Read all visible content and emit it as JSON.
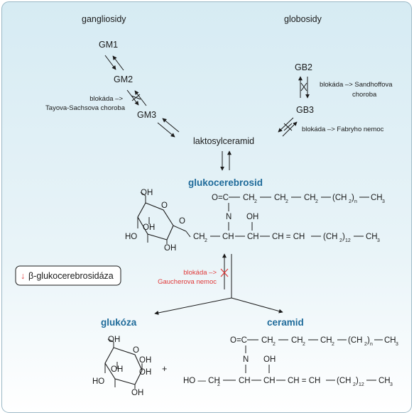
{
  "colors": {
    "panel_top": "#d6ebf3",
    "panel_bottom": "#ffffff",
    "accent_blue": "#1f6b9a",
    "block_red": "#e03a3a",
    "text": "#1a1a1a"
  },
  "sections": {
    "gangliosides": "gangliosidy",
    "globosides": "globosidy"
  },
  "ganglio": {
    "gm1": "GM1",
    "gm2": "GM2",
    "gm3": "GM3",
    "block_line1": "blokáda –>",
    "block_line2": "Tayova-Sachsova choroba"
  },
  "globo": {
    "gb2": "GB2",
    "gb3": "GB3",
    "sandhoff_line1": "blokáda –> Sandhoffova",
    "sandhoff_line2": "choroba",
    "fabry": "blokáda –> Fabryho nemoc"
  },
  "center": {
    "lactosyl": "laktosylceramid",
    "glucocerebroside": "glukocerebrosid"
  },
  "gaucher": {
    "line1": "blokáda –>",
    "line2": "Gaucherova nemoc"
  },
  "enzyme_box": {
    "arrow": "↓",
    "label": "β-glukocerebrosidáza"
  },
  "products": {
    "glucose": "glukóza",
    "ceramide": "ceramid",
    "plus": "+"
  },
  "chem": {
    "oh": "OH",
    "ho": "HO",
    "o": "O",
    "n": "N",
    "oc": "O=C",
    "ch2": "CH",
    "ch": "CH",
    "ch3": "CH",
    "two": "2",
    "three": "3",
    "n_sub": "n",
    "twelve": "12",
    "ch_eq_ch": "CH = CH",
    "ho_ch2": "HO — CH"
  }
}
